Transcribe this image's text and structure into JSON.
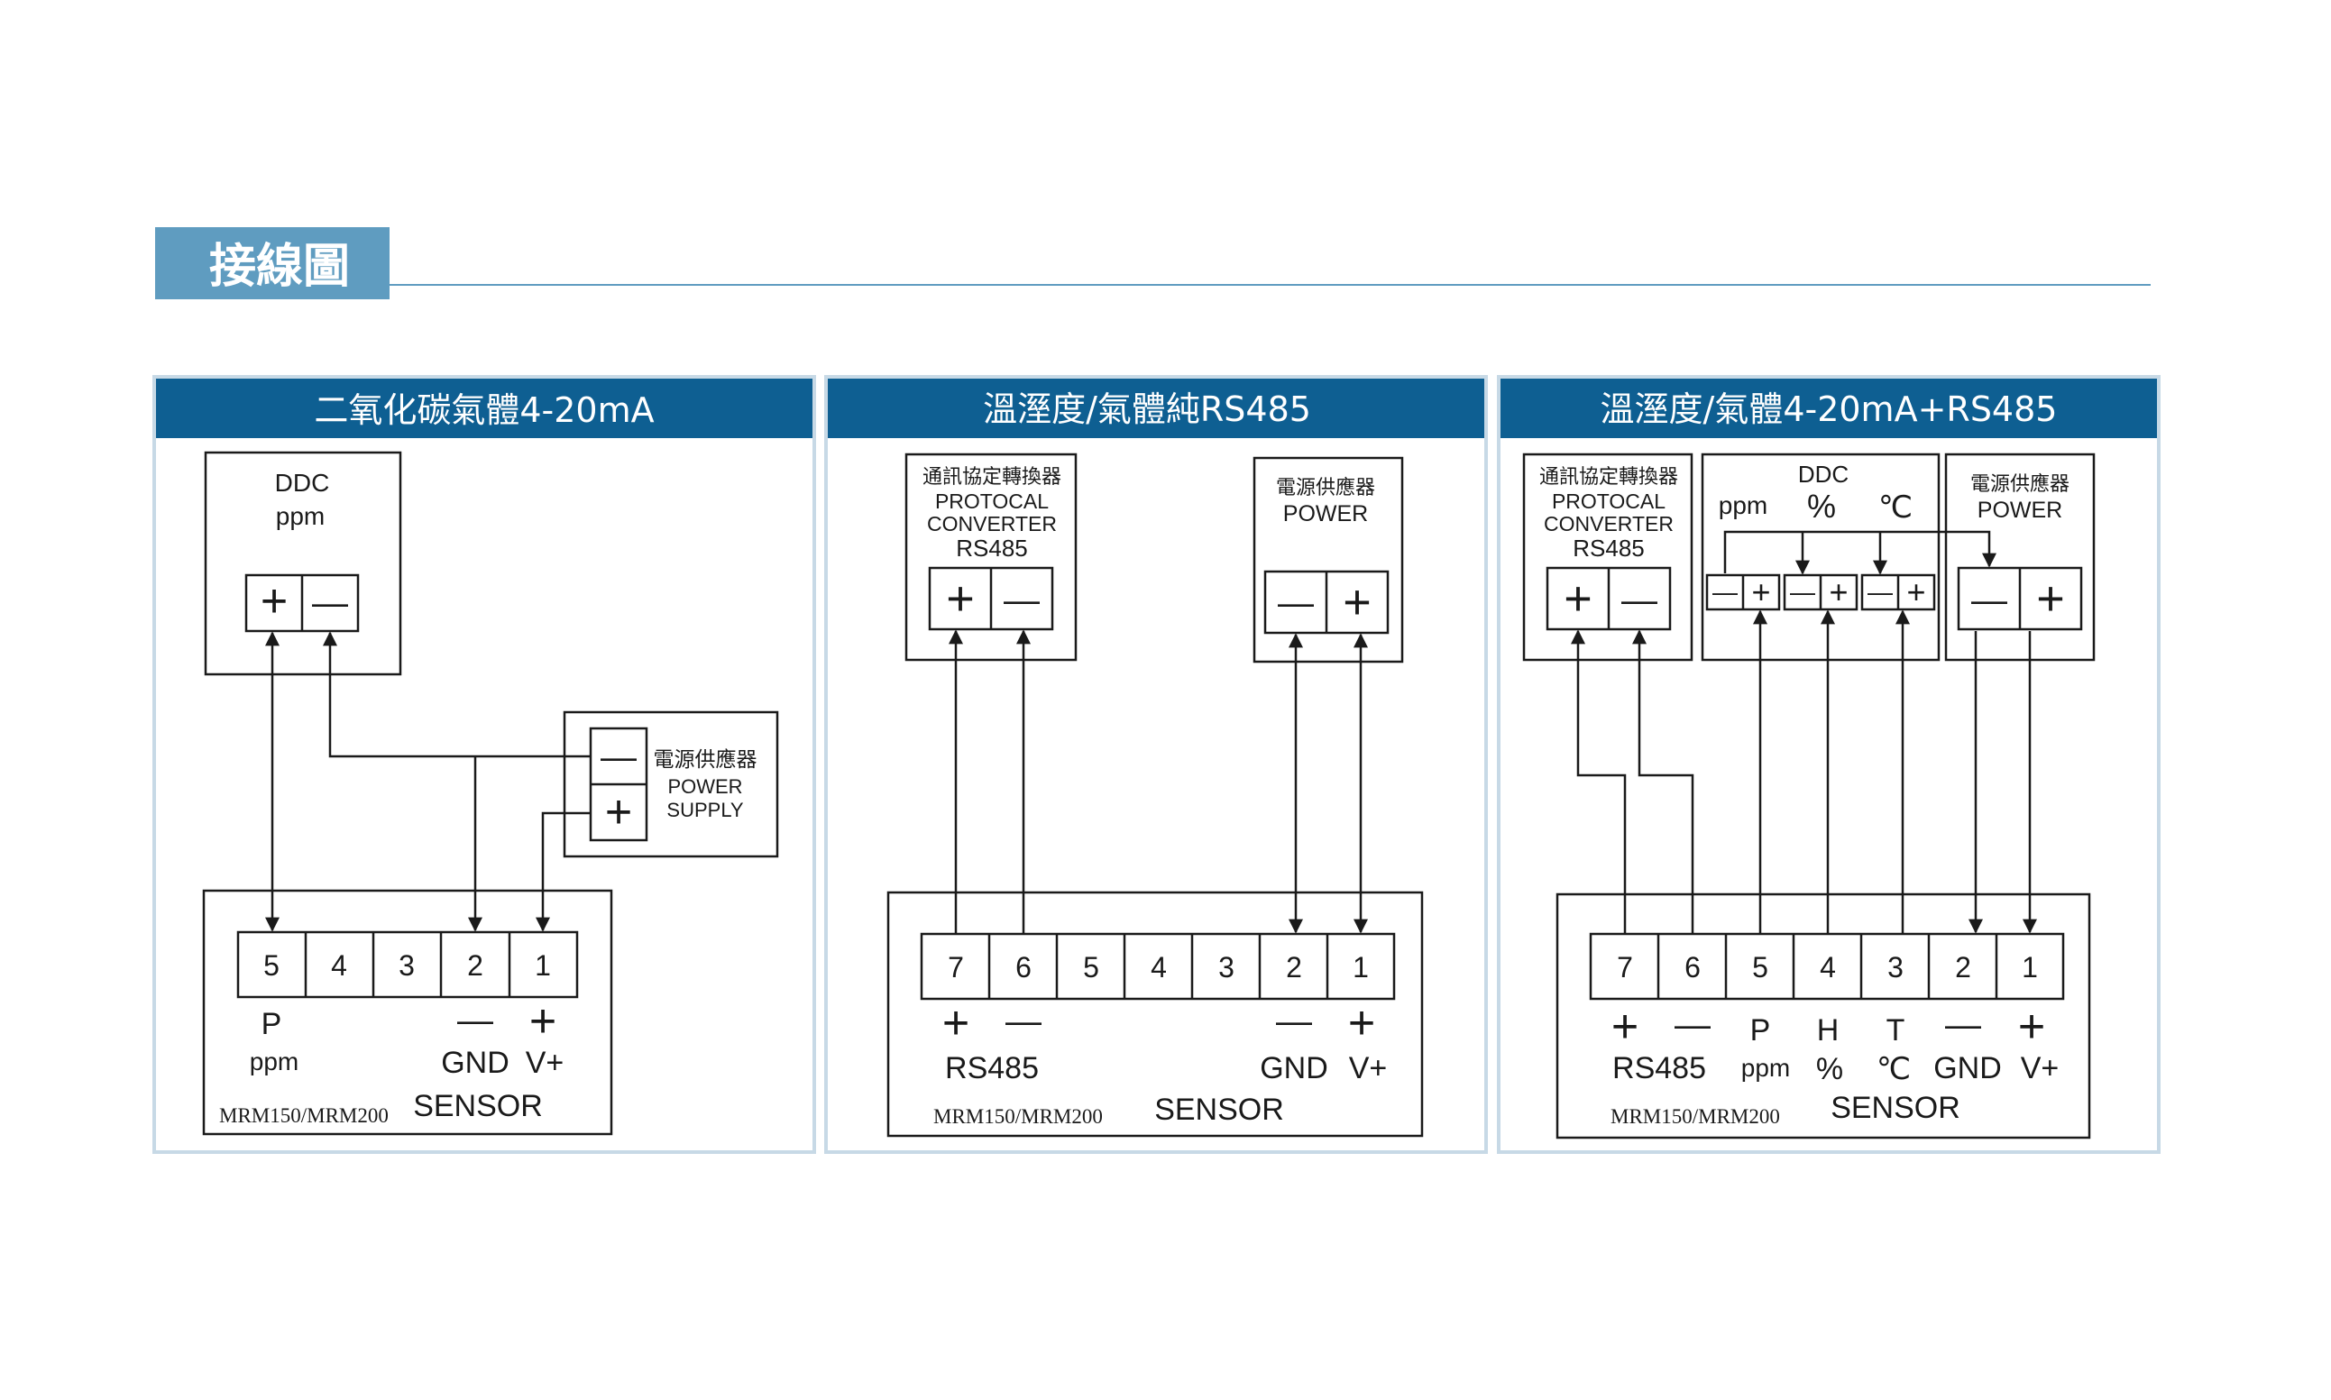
{
  "section_title": "接線圖",
  "colors": {
    "title_tab": "#5f9cc0",
    "panel_header": "#0e5f92",
    "panel_border": "#c7d9e6",
    "line": "#1a1a1a",
    "divider": "#5f9cc0"
  },
  "panels": [
    {
      "title": "二氧化碳氣體4-20mA",
      "ddc": {
        "title": "DDC",
        "unit": "ppm",
        "plus": "+",
        "minus": "—"
      },
      "power": {
        "minus": "—",
        "plus": "+",
        "label_zh": "電源供應器",
        "label_en1": "POWER",
        "label_en2": "SUPPLY"
      },
      "terminals": [
        "5",
        "4",
        "3",
        "2",
        "1"
      ],
      "labels": {
        "p": "P",
        "ppm": "ppm",
        "minus": "—",
        "plus": "+",
        "gnd": "GND",
        "vplus": "V+"
      },
      "model": "MRM150/MRM200",
      "sensor": "SENSOR"
    },
    {
      "title": "溫溼度/氣體純RS485",
      "converter": {
        "zh": "通訊協定轉換器",
        "en1": "PROTOCAL",
        "en2": "CONVERTER",
        "en3": "RS485",
        "plus": "+",
        "minus": "—"
      },
      "power": {
        "zh": "電源供應器",
        "en": "POWER",
        "minus": "—",
        "plus": "+"
      },
      "terminals": [
        "7",
        "6",
        "5",
        "4",
        "3",
        "2",
        "1"
      ],
      "labels": {
        "plus": "+",
        "minus": "—",
        "rs485": "RS485",
        "gnd": "GND",
        "vplus": "V+"
      },
      "model": "MRM150/MRM200",
      "sensor": "SENSOR"
    },
    {
      "title": "溫溼度/氣體4-20mA+RS485",
      "converter": {
        "zh": "通訊協定轉換器",
        "en1": "PROTOCAL",
        "en2": "CONVERTER",
        "en3": "RS485",
        "plus": "+",
        "minus": "—"
      },
      "ddc": {
        "title": "DDC",
        "ppm": "ppm",
        "pct": "%",
        "degc": "℃",
        "minus": "—",
        "plus": "+"
      },
      "power": {
        "zh": "電源供應器",
        "en": "POWER",
        "minus": "—",
        "plus": "+"
      },
      "terminals": [
        "7",
        "6",
        "5",
        "4",
        "3",
        "2",
        "1"
      ],
      "labels": {
        "plus": "+",
        "minus": "—",
        "p": "P",
        "h": "H",
        "t": "T",
        "rs485": "RS485",
        "ppm": "ppm",
        "pct": "%",
        "degc": "℃",
        "gnd": "GND",
        "vplus": "V+"
      },
      "model": "MRM150/MRM200",
      "sensor": "SENSOR"
    }
  ]
}
